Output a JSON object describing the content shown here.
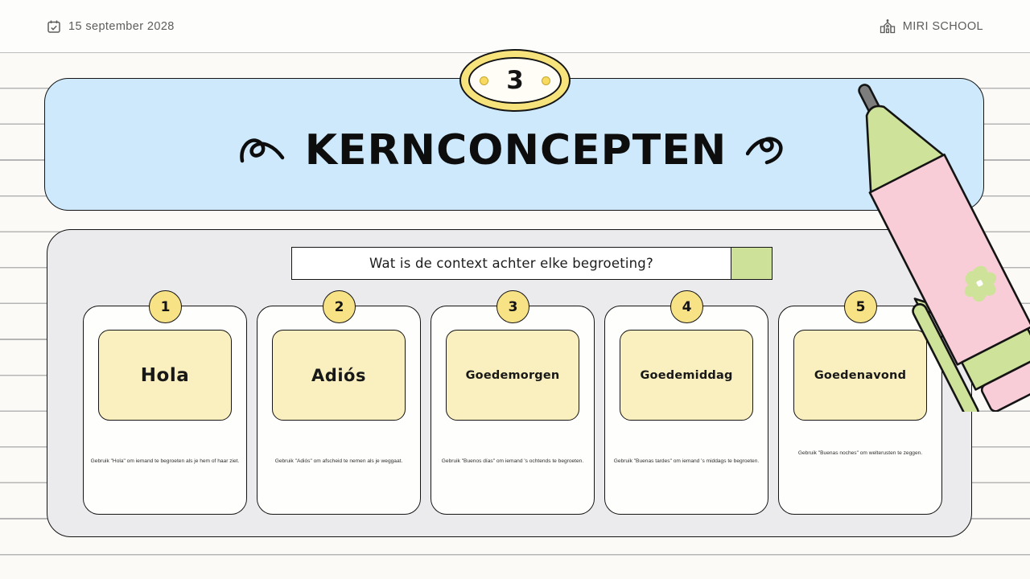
{
  "header": {
    "date": "15 september 2028",
    "school": "MIRI SCHOOL",
    "date_icon": "calendar-icon",
    "school_icon": "school-icon"
  },
  "badge": {
    "number": "3"
  },
  "banner": {
    "title": "KERNCONCEPTEN",
    "left_doodle": "squiggle-left-icon",
    "right_doodle": "squiggle-right-icon"
  },
  "question": {
    "text": "Wat is de context achter elke begroeting?"
  },
  "cards": [
    {
      "number": "1",
      "term": "Hola",
      "description": "Gebruik \"Hola\" om iemand te begroeten als je hem of haar ziet."
    },
    {
      "number": "2",
      "term": "Adiós",
      "description": "Gebruik \"Adiós\" om afscheid te nemen als je weggaat."
    },
    {
      "number": "3",
      "term": "Goedemorgen",
      "description": "Gebruik \"Buenos días\" om iemand 's ochtends te begroeten."
    },
    {
      "number": "4",
      "term": "Goedemiddag",
      "description": "Gebruik \"Buenas tardes\" om iemand 's middags te begroeten."
    },
    {
      "number": "5",
      "term": "Goedenavond",
      "description": "Gebruik \"Buenas noches\" om welterusten te zeggen."
    }
  ],
  "decorations": {
    "pencil": "pencil-illustration"
  },
  "colors": {
    "banner_blue": "#cde9fb",
    "panel_gray": "#ebebed",
    "term_yellow": "#faf0bf",
    "circle_yellow": "#f8e286",
    "badge_ring_yellow": "#f7e37c",
    "accent_green": "#cde199",
    "pencil_pink": "#f9cdd8",
    "outline_black": "#141414",
    "header_text_gray": "#5d5d5d"
  }
}
